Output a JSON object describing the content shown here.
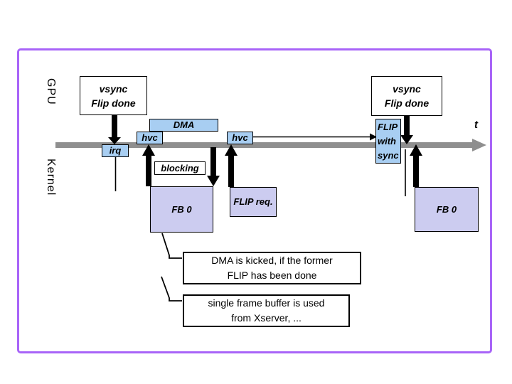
{
  "colors": {
    "border_purple": "#a864f8",
    "box_blue": "#a8cef2",
    "box_lavender": "#ccccf0",
    "timeline_gray": "#8f8f8f"
  },
  "lanes": {
    "gpu": "GPU",
    "kernel": "Kernel"
  },
  "timeline": {
    "axis_label": "t"
  },
  "boxes": {
    "vsync_left": {
      "line1": "vsync",
      "line2": "Flip done"
    },
    "vsync_right": {
      "line1": "vsync",
      "line2": "Flip done"
    },
    "dma": "DMA",
    "hvc_left": "hvc",
    "hvc_right": "hvc",
    "irq": "irq",
    "blocking": "blocking",
    "fb0_left": "FB 0",
    "fb0_right": "FB 0",
    "flip_req": "FLIP req.",
    "flip_with_sync": {
      "line1": "FLIP",
      "line2": "with",
      "line3": "sync"
    }
  },
  "callouts": {
    "dma_kicked": {
      "line1": "DMA is kicked, if the former",
      "line2": "FLIP has been done"
    },
    "single_buffer": {
      "line1": "single frame buffer is used",
      "line2": "from Xserver, ..."
    }
  }
}
